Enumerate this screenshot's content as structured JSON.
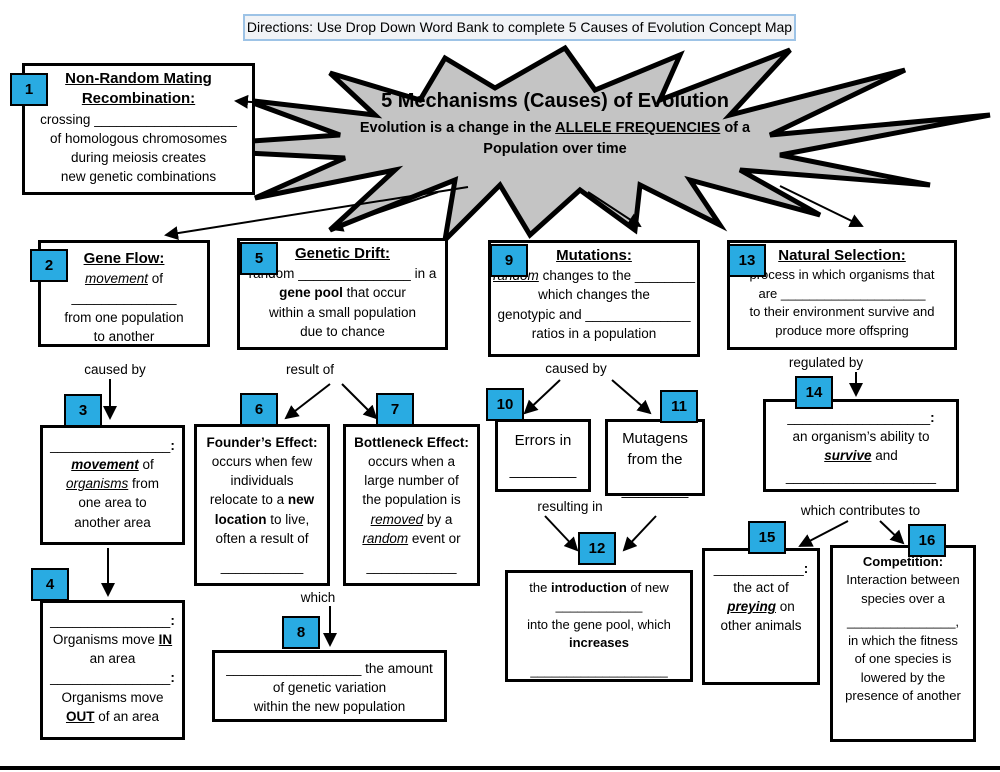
{
  "directions": "Directions: Use Drop Down Word Bank to complete 5 Causes of Evolution Concept Map",
  "colors": {
    "badge_blue": "#29ABE2",
    "star_gray": "#C4C4C4",
    "directions_border": "#9DC3E6"
  },
  "starburst": {
    "title": "5 Mechanisms (Causes) of Evolution",
    "subtitle_pre": "Evolution is a change in the ",
    "subtitle_emph": "ALLELE FREQUENCIES",
    "subtitle_post": " of a",
    "subtitle_line2": "Population over time"
  },
  "connectors": {
    "caused_by_geneflow": "caused by",
    "result_of": "result of",
    "caused_by_mutations": "caused by",
    "regulated_by": "regulated by",
    "resulting_in": "resulting in",
    "which": "which",
    "which_contributes_to": "which contributes to"
  },
  "badges": {
    "n1": "1",
    "n2": "2",
    "n3": "3",
    "n4": "4",
    "n5": "5",
    "n6": "6",
    "n7": "7",
    "n8": "8",
    "n9": "9",
    "n10": "10",
    "n11": "11",
    "n12": "12",
    "n13": "13",
    "n14": "14",
    "n15": "15",
    "n16": "16"
  },
  "box1": {
    "title1": "Non-Random Mating",
    "title2": "Recombination:",
    "l1_pre": "crossing ",
    "l1_blank": "___________________",
    "l2": "of homologous chromosomes",
    "l3": "during meiosis creates",
    "l4": "new genetic combinations"
  },
  "box2": {
    "title": "Gene Flow:",
    "movement": "movement",
    "of": " of",
    "blank": "______________",
    "l2": "from one population",
    "l3": "to another"
  },
  "box5": {
    "title": "Genetic Drift:",
    "l1_pre": "random ",
    "l1_blank": "_______________",
    "l1_post": " in a",
    "l2_bold": "gene pool",
    "l2_post": " that occur",
    "l3": "within a small population",
    "l4": "due to chance"
  },
  "box9": {
    "title": "Mutations:",
    "l1_italic": "random",
    "l1_mid": " changes to the ",
    "l1_blank": "________",
    "l2": "which changes the",
    "l3_pre": "genotypic and ",
    "l3_blank": "______________",
    "l4": "ratios in a population"
  },
  "box13": {
    "title": "Natural Selection:",
    "l1": "process in which organisms that",
    "l2_pre": "are ",
    "l2_blank": "____________________",
    "l3": "to their environment survive and",
    "l4": "produce more offspring"
  },
  "box3": {
    "blank": "________________",
    "colon": ":",
    "movement": "movement",
    "of": " of",
    "organisms": "organisms",
    "from": " from",
    "l3": "one area to",
    "l4": "another area"
  },
  "box4": {
    "blank1": "________________",
    "colon1": ":",
    "l1_pre": "Organisms move ",
    "l1_in": "IN",
    "l2": "an area",
    "blank2": "________________",
    "colon2": ":",
    "l3": "Organisms move",
    "l4_out": "OUT",
    "l4_post": " of an area"
  },
  "box6": {
    "title": "Founder’s Effect:",
    "l1": "occurs when few",
    "l2": "individuals",
    "l3_pre": "relocate to a ",
    "l3_bold": "new",
    "l4_bold": "location",
    "l4_post": " to live,",
    "l5": "often a result of",
    "blank": "___________"
  },
  "box7": {
    "title": "Bottleneck Effect:",
    "l1": "occurs when a",
    "l2": "large number of",
    "l3": "the population is",
    "l4_u": "removed",
    "l4_post": " by a",
    "l5_u": "random",
    "l5_post": " event or",
    "blank": "____________"
  },
  "box8": {
    "blank": "__________________",
    "l1_post": " the amount",
    "l2": "of genetic variation",
    "l3": "within the new population"
  },
  "box10": {
    "l1": "Errors in",
    "blank": "________"
  },
  "box11": {
    "l1": "Mutagens",
    "l2": "from the",
    "blank": "________"
  },
  "box12": {
    "l1_pre": "the ",
    "l1_bold": "introduction",
    "l1_post": " of new",
    "blank1": "____________",
    "l2": "into the gene pool, which",
    "l3_bold": "increases",
    "blank2": "___________________"
  },
  "box14": {
    "blank1": "___________________",
    "colon": ":",
    "l1": "an organism’s ability to",
    "l2_emph": "survive",
    "l2_post": " and",
    "blank2": "____________________"
  },
  "box15": {
    "blank": "____________",
    "colon": ":",
    "l1": "the act of",
    "l2_emph": "preying",
    "l2_post": " on",
    "l3": "other animals"
  },
  "box16": {
    "title": "Competition:",
    "l1": "Interaction between",
    "l2": "species over a",
    "blank": "_______________,",
    "l3": "in which the fitness",
    "l4": "of one species is",
    "l5": "lowered by the",
    "l6": "presence of another"
  }
}
